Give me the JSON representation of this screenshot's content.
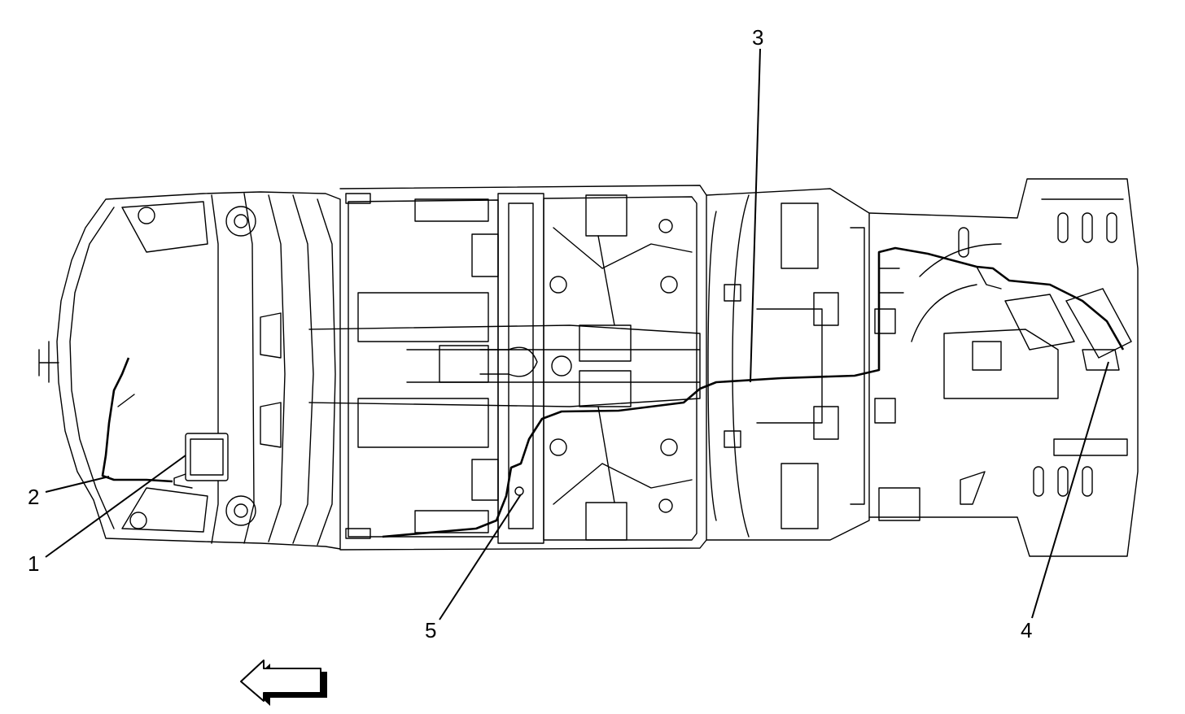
{
  "callouts": [
    {
      "id": "1",
      "label": "1"
    },
    {
      "id": "2",
      "label": "2"
    },
    {
      "id": "3",
      "label": "3"
    },
    {
      "id": "4",
      "label": "4"
    },
    {
      "id": "5",
      "label": "5"
    }
  ],
  "direction_arrow": {
    "icon": "arrow-left-outline-icon",
    "meaning": "vehicle front"
  },
  "colors": {
    "line": "#000000",
    "background": "#ffffff"
  }
}
